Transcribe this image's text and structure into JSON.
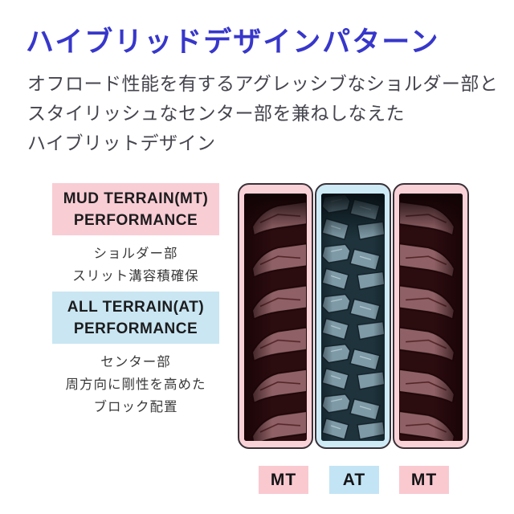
{
  "title": "ハイブリッドデザインパターン",
  "description": {
    "lines": [
      "オフロード性能を有するアグレッシブなショルダー部と",
      "スタイリッシュなセンター部を兼ねしなえた",
      "ハイブリットデザイン"
    ]
  },
  "mt_performance": {
    "title_line1": "MUD TERRAIN(MT)",
    "title_line2": "PERFORMANCE",
    "caption_lines": [
      "ショルダー部",
      "スリット溝容積確保"
    ]
  },
  "at_performance": {
    "title_line1": "ALL TERRAIN(AT)",
    "title_line2": "PERFORMANCE",
    "caption_lines": [
      "センター部",
      "周方向に剛性を高めた",
      "ブロック配置"
    ]
  },
  "tire_diagram": {
    "zones": [
      {
        "position": "left-shoulder",
        "type": "MUD TERRAIN",
        "tag": "MT"
      },
      {
        "position": "center",
        "type": "ALL TERRAIN",
        "tag": "AT"
      },
      {
        "position": "right-shoulder",
        "type": "MUD TERRAIN",
        "tag": "MT"
      }
    ]
  },
  "colors": {
    "title_blue": "#3737cb",
    "body_text": "#45454e",
    "mt_pink_box": "#f9cdd4",
    "at_blue_box": "#c9e6f2",
    "mt_band_frame": "#f8d2d7",
    "at_band_frame": "#cdeaf5",
    "tag_mt_pink": "#fac9d0",
    "tag_at_blue": "#c3e4f4",
    "mt_tread_tint": "#8f6166",
    "at_tread_tint": "#7e9aa6"
  }
}
